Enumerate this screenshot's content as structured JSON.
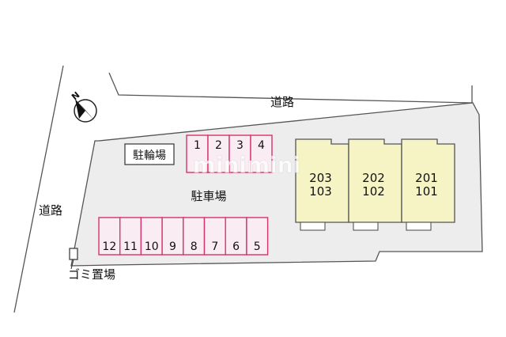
{
  "labels": {
    "road_top": "道路",
    "road_left": "道路",
    "parking": "駐車場",
    "bicycle_parking": "駐輪場",
    "garbage": "ゴミ置場",
    "compass": "N",
    "watermark": "minimini"
  },
  "parking_top": [
    "1",
    "2",
    "3",
    "4"
  ],
  "parking_bottom": [
    "12",
    "11",
    "10",
    "9",
    "8",
    "7",
    "6",
    "5"
  ],
  "units": [
    {
      "upper": "203",
      "lower": "103"
    },
    {
      "upper": "202",
      "lower": "102"
    },
    {
      "upper": "201",
      "lower": "101"
    }
  ],
  "colors": {
    "lot": "#ededed",
    "outline": "#555555",
    "parking_fill": "#f9ecf2",
    "parking_line": "#d8336a",
    "building": "#f6f4c4",
    "building_line": "#555555"
  }
}
